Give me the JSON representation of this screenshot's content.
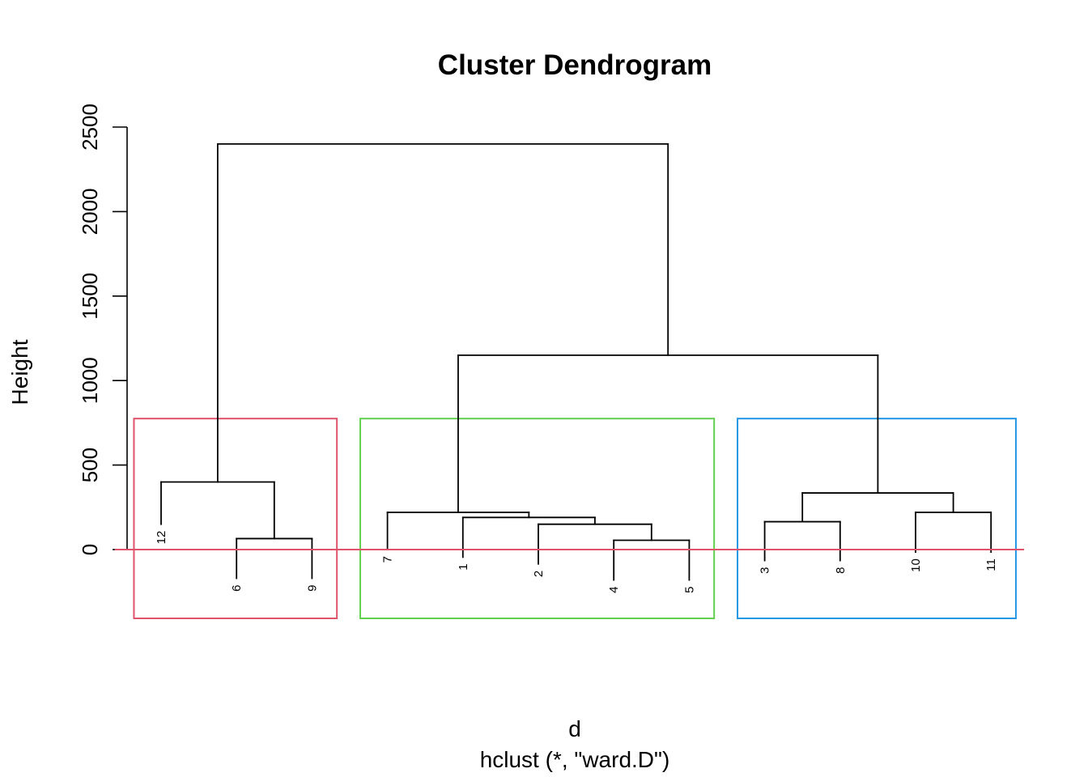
{
  "chart_data": {
    "type": "dendrogram",
    "title": "Cluster Dendrogram",
    "xlabel": "d",
    "sub": "hclust (*, \"ward.D\")",
    "ylabel": "Height",
    "ylim": [
      0,
      2500
    ],
    "yticks": [
      0,
      500,
      1000,
      1500,
      2000,
      2500
    ],
    "leaf_order": [
      "12",
      "6",
      "9",
      "7",
      "1",
      "2",
      "4",
      "5",
      "3",
      "8",
      "10",
      "11"
    ],
    "merges": [
      {
        "id": "m1",
        "left": "4",
        "right": "5",
        "height": 55
      },
      {
        "id": "m2",
        "left": "6",
        "right": "9",
        "height": 65
      },
      {
        "id": "m3",
        "left": "2",
        "right": "m1",
        "height": 150
      },
      {
        "id": "m4",
        "left": "3",
        "right": "8",
        "height": 165
      },
      {
        "id": "m5",
        "left": "1",
        "right": "m3",
        "height": 190
      },
      {
        "id": "m6",
        "left": "7",
        "right": "m5",
        "height": 220
      },
      {
        "id": "m7",
        "left": "10",
        "right": "11",
        "height": 220
      },
      {
        "id": "m8",
        "left": "m4",
        "right": "m7",
        "height": 335
      },
      {
        "id": "m9",
        "left": "12",
        "right": "m2",
        "height": 400
      },
      {
        "id": "m10",
        "left": "m6",
        "right": "m8",
        "height": 1150
      },
      {
        "id": "m11",
        "left": "m9",
        "right": "m10",
        "height": 2400
      }
    ],
    "leaf_tips": {
      "12": 150,
      "6": -170,
      "9": -170,
      "7": 0,
      "1": -45,
      "2": -85,
      "4": -180,
      "5": -180,
      "3": -65,
      "8": -65,
      "10": -15,
      "11": -15
    },
    "cut_height": 0,
    "cut_color": "#DF536B",
    "cluster_boxes": [
      {
        "from": 0,
        "to": 2,
        "color": "#DF536B"
      },
      {
        "from": 3,
        "to": 7,
        "color": "#61D04F"
      },
      {
        "from": 8,
        "to": 11,
        "color": "#2297E6"
      }
    ]
  }
}
